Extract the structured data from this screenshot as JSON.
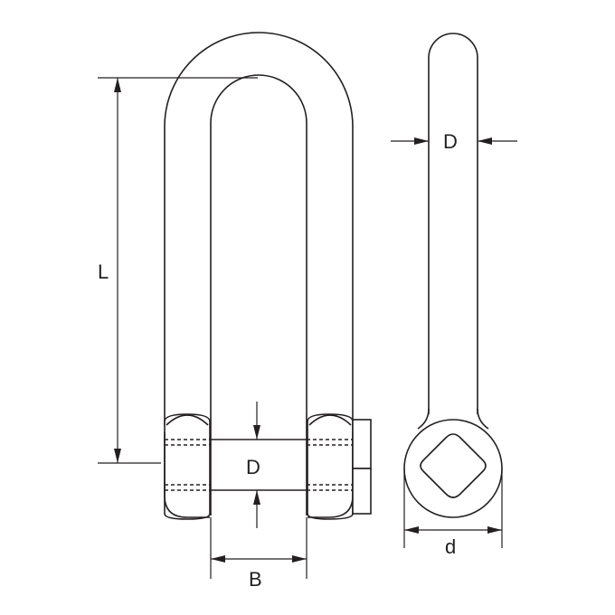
{
  "diagram": {
    "labels": {
      "length": "L",
      "pin_diameter_front": "D",
      "width": "B",
      "body_diameter_side": "D",
      "outer_diameter": "d"
    },
    "colors": {
      "line": "#231f20",
      "background": "#ffffff"
    }
  }
}
